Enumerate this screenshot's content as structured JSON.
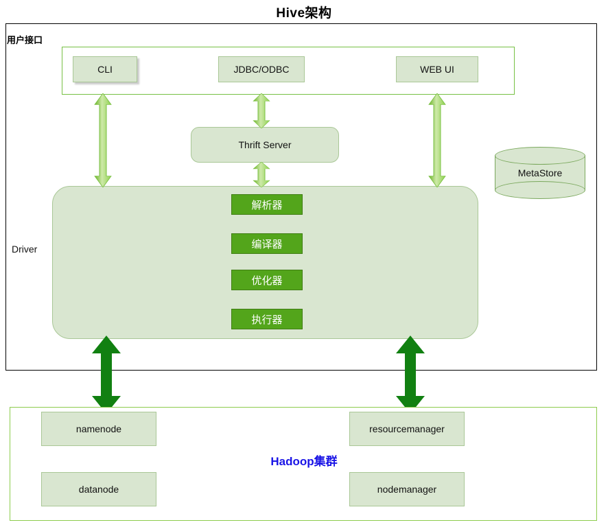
{
  "title": "Hive架构",
  "sections": {
    "user_interface": {
      "label": "用户接口",
      "nodes": [
        {
          "name": "cli",
          "label": "CLI"
        },
        {
          "name": "jdbc-odbc",
          "label": "JDBC/ODBC"
        },
        {
          "name": "web-ui",
          "label": "WEB UI"
        }
      ]
    },
    "thrift": {
      "label": "Thrift Server"
    },
    "metastore": {
      "label": "MetaStore"
    },
    "driver": {
      "label": "Driver",
      "stages": [
        {
          "name": "parser",
          "label": "解析器"
        },
        {
          "name": "compiler",
          "label": "编译器"
        },
        {
          "name": "optimizer",
          "label": "优化器"
        },
        {
          "name": "executor",
          "label": "执行器"
        }
      ]
    },
    "hadoop": {
      "label": "Hadoop集群",
      "nodes": [
        {
          "name": "namenode",
          "label": "namenode"
        },
        {
          "name": "datanode",
          "label": "datanode"
        },
        {
          "name": "resourcemanager",
          "label": "resourcemanager"
        },
        {
          "name": "nodemanager",
          "label": "nodemanager"
        }
      ]
    }
  },
  "colors": {
    "node_fill": "#d9e6d0",
    "node_border": "#a9c796",
    "stage_fill": "#53a51b",
    "stage_border": "#3f7d13",
    "group_border_green": "#76c043",
    "hadoop_border": "#8ccc4c",
    "hadoop_label": "#1a14e6",
    "arrow_light": "#8fd14f",
    "arrow_dark": "#118011",
    "outer_border": "#000000"
  },
  "connections": [
    {
      "name": "cli-driver",
      "from": "CLI",
      "to": "Driver",
      "style": "double-arrow-light"
    },
    {
      "name": "jdbc-thrift",
      "from": "JDBC/ODBC",
      "to": "Thrift Server",
      "style": "double-arrow-light"
    },
    {
      "name": "thrift-driver",
      "from": "Thrift Server",
      "to": "Driver",
      "style": "double-arrow-light"
    },
    {
      "name": "webui-driver",
      "from": "WEB UI",
      "to": "Driver",
      "style": "double-arrow-light"
    },
    {
      "name": "driver-namenode",
      "from": "Driver",
      "to": "namenode",
      "style": "double-arrow-dark"
    },
    {
      "name": "driver-resourcemanager",
      "from": "Driver",
      "to": "resourcemanager",
      "style": "double-arrow-dark"
    }
  ]
}
